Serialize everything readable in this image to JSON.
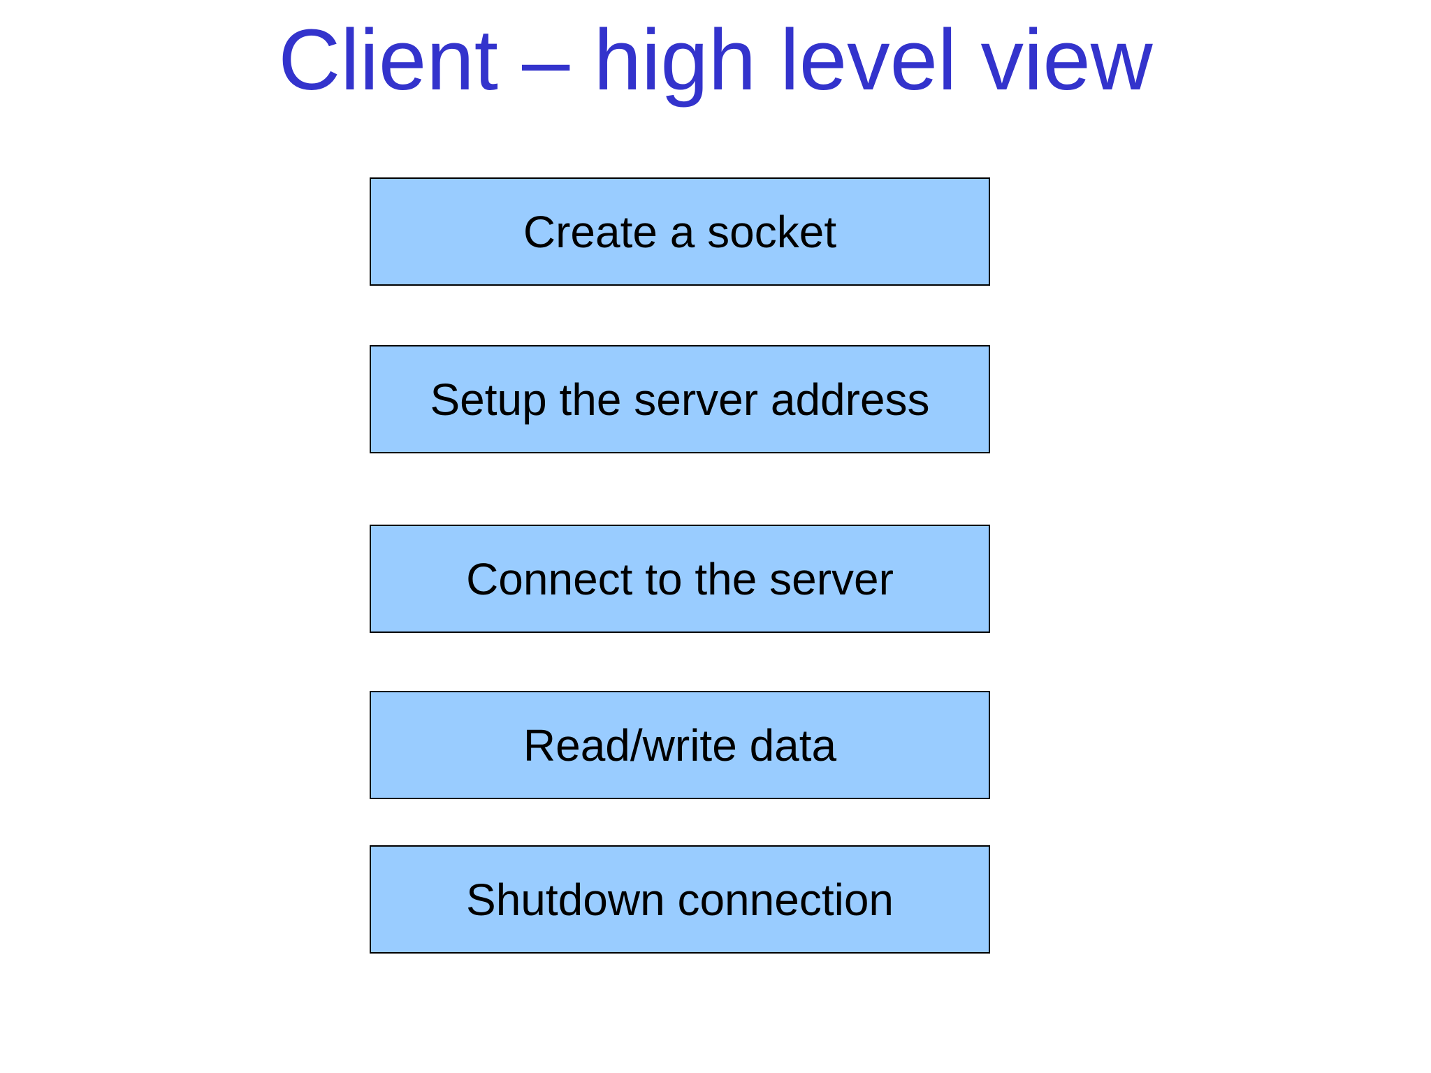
{
  "slide": {
    "title": "Client – high level view",
    "steps": [
      {
        "label": "Create a socket"
      },
      {
        "label": "Setup the server address"
      },
      {
        "label": "Connect to the server"
      },
      {
        "label": "Read/write data"
      },
      {
        "label": "Shutdown connection"
      }
    ],
    "colors": {
      "title": "#3333CC",
      "box_fill": "#99CCFF",
      "box_border": "#000000",
      "box_text": "#000000",
      "background": "#FFFFFF"
    }
  }
}
